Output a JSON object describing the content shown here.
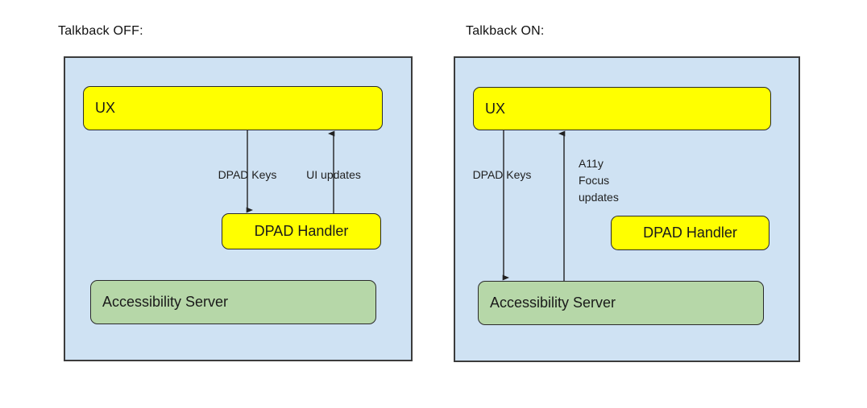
{
  "colors": {
    "panel_fill": "#cfe2f3",
    "panel_border": "#3c3c3c",
    "box_yellow": "#ffff00",
    "box_green": "#b6d7a8",
    "box_border": "#2a2a2a",
    "arrow": "#212121",
    "text": "#1a1a1a"
  },
  "diagrams": [
    {
      "title": "Talkback OFF:",
      "boxes": {
        "ux": "UX",
        "dpad_handler": "DPAD Handler",
        "accessibility_server": "Accessibility Server"
      },
      "labels": {
        "dpad_keys": "DPAD Keys",
        "ui_updates": "UI updates"
      }
    },
    {
      "title": "Talkback ON:",
      "boxes": {
        "ux": "UX",
        "dpad_handler": "DPAD Handler",
        "accessibility_server": "Accessibility Server"
      },
      "labels": {
        "dpad_keys": "DPAD Keys",
        "a11y_line_1": "A11y",
        "a11y_line_2": "Focus",
        "a11y_line_3": "updates"
      }
    }
  ]
}
